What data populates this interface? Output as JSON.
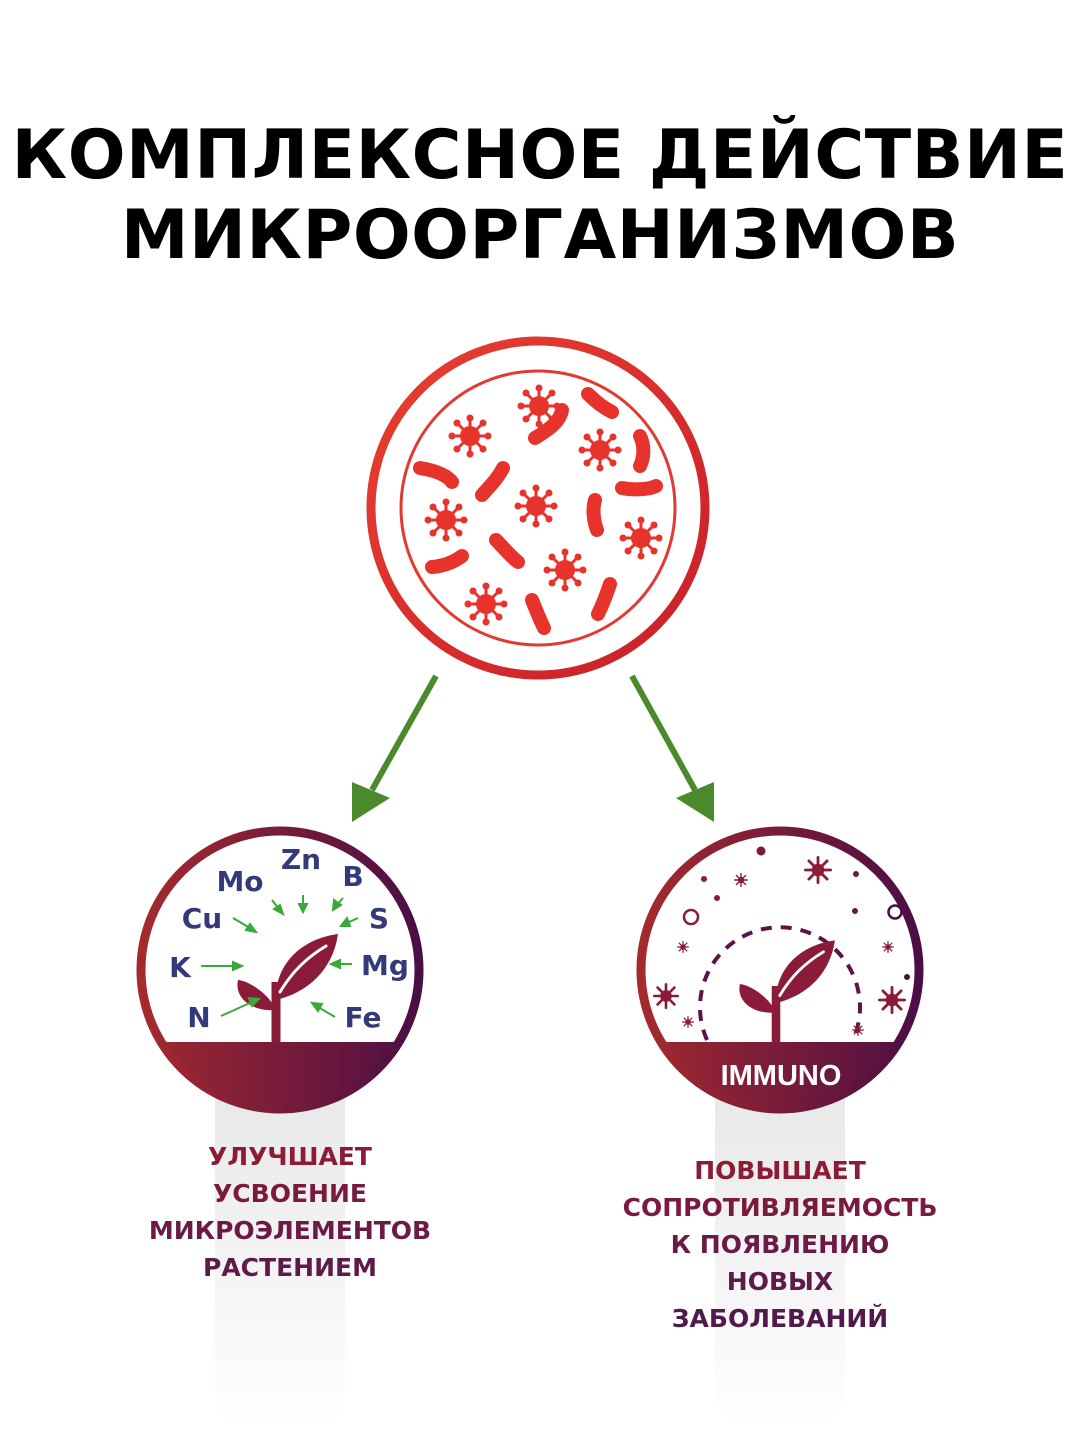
{
  "title": {
    "line1": "КОМПЛЕКСНОЕ ДЕЙСТВИЕ",
    "line2": "МИКРООРГАНИЗМОВ"
  },
  "top_circle": {
    "icon": "microorganisms-icon",
    "color": "#e8322c"
  },
  "arrows": {
    "color": "#4a8a2c"
  },
  "left_node": {
    "icon": "plant-sprout-icon",
    "elements": [
      "Mo",
      "Zn",
      "B",
      "Cu",
      "S",
      "K",
      "Mg",
      "N",
      "Fe"
    ],
    "caption": [
      "УЛУЧШАЕТ",
      "УСВОЕНИЕ",
      "МИКРОЭЛЕМЕНТОВ",
      "РАСТЕНИЕМ"
    ]
  },
  "right_node": {
    "icon": "immune-plant-icon",
    "label": "IMMUNO",
    "caption": [
      "ПОВЫШАЕТ",
      "СОПРОТИВЛЯЕМОСТЬ",
      "К ПОЯВЛЕНИЮ",
      "НОВЫХ",
      "ЗАБОЛЕВАНИЙ"
    ]
  },
  "colors": {
    "gradient_start": "#a52a2e",
    "gradient_end": "#4a0e45",
    "element_text": "#333a7a",
    "small_arrow": "#3aa83a"
  }
}
